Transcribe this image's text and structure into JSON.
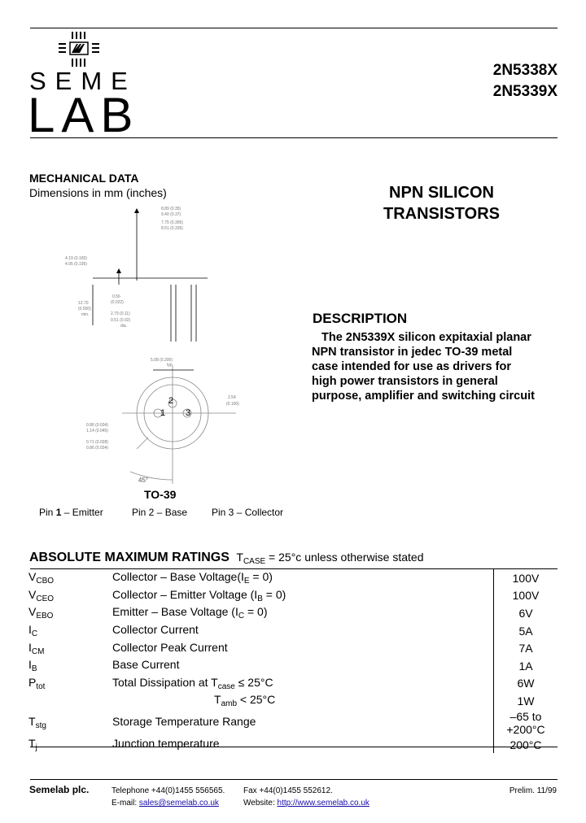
{
  "logo": {
    "line1": "SEME",
    "line2": "LAB"
  },
  "parts": [
    "2N5338X",
    "2N5339X"
  ],
  "mechanical": {
    "title": "MECHANICAL DATA",
    "subtitle": "Dimensions in mm (inches)"
  },
  "title": {
    "line1": "NPN SILICON",
    "line2": "TRANSISTORS"
  },
  "description": {
    "heading": "DESCRIPTION",
    "lines": [
      "The 2N5339X silicon expitaxial planar",
      "NPN transistor in jedec TO-39 metal",
      "case intended for use as drivers for",
      "high power transistors in general",
      "purpose, amplifier and switching circuit"
    ]
  },
  "package": {
    "name": "TO-39",
    "pin1": {
      "prefix": "Pin ",
      "num": "1",
      "suffix": " – Emitter"
    },
    "pin2": "Pin 2 – Base",
    "pin3": "Pin 3 – Collector",
    "pin_marks": [
      "1",
      "2",
      "3"
    ],
    "angle": "45°",
    "dims": [
      "8.89 (0.35)",
      "9.40 (0.37)",
      "7.75 (0.305)",
      "8.51 (0.335)",
      "4.19 (0.165)",
      "4.95 (0.195)",
      "12.70",
      "(0.500)",
      "min.",
      "0.56",
      "(0.022)",
      "2.79 (0.11)",
      "0.51 (0.02)",
      "dia.",
      "5.08 (0.200)",
      "typ.",
      "2.54",
      "(0.100)",
      "0.86 (0.034)",
      "1.14 (0.045)",
      "0.71 (0.028)",
      "0.86 (0.034)"
    ]
  },
  "ratings": {
    "heading": "ABSOLUTE MAXIMUM RATINGS",
    "cond_t": "T",
    "cond_sub": "CASE",
    "cond_rest": " = 25°c unless otherwise stated",
    "rows": [
      {
        "sym": "V",
        "sub": "CBO",
        "pre": "Collector – Base Voltage(I",
        "psub": "E",
        "post": " = 0)",
        "value": "100V"
      },
      {
        "sym": "V",
        "sub": "CEO",
        "pre": "Collector – Emitter Voltage (I",
        "psub": "B",
        "post": " = 0)",
        "value": "100V"
      },
      {
        "sym": "V",
        "sub": "EBO",
        "pre": "Emitter – Base Voltage (I",
        "psub": "C",
        "post": " = 0)",
        "value": "6V"
      },
      {
        "sym": "I",
        "sub": "C",
        "pre": "Collector Current",
        "psub": "",
        "post": "",
        "value": "5A"
      },
      {
        "sym": "I",
        "sub": "CM",
        "pre": "Collector Peak Current",
        "psub": "",
        "post": "",
        "value": "7A"
      },
      {
        "sym": "I",
        "sub": "B",
        "pre": "Base Current",
        "psub": "",
        "post": "",
        "value": "1A"
      },
      {
        "sym": "P",
        "sub": "tot",
        "pre": "Total Dissipation at T",
        "psub": "case",
        "post": " ≤ 25°C",
        "value": "6W"
      },
      {
        "sym": "",
        "sub": "",
        "pre": "T",
        "psub": "amb",
        "post": " < 25°C",
        "value": "1W"
      },
      {
        "sym": "T",
        "sub": "stg",
        "pre": "Storage Temperature Range",
        "psub": "",
        "post": "",
        "value": "–65 to +200°C"
      },
      {
        "sym": "T",
        "sub": "j",
        "pre": "Junction temperature",
        "psub": "",
        "post": "",
        "value": "200°C"
      }
    ]
  },
  "footer": {
    "company": "Semelab plc.",
    "telephone": "Telephone +44(0)1455 556565.",
    "fax": "Fax +44(0)1455 552612.",
    "email_label": "E-mail:",
    "email": "sales@semelab.co.uk",
    "website_label": "Website:",
    "website": "http://www.semelab.co.uk",
    "prelim": "Prelim. 11/99"
  }
}
